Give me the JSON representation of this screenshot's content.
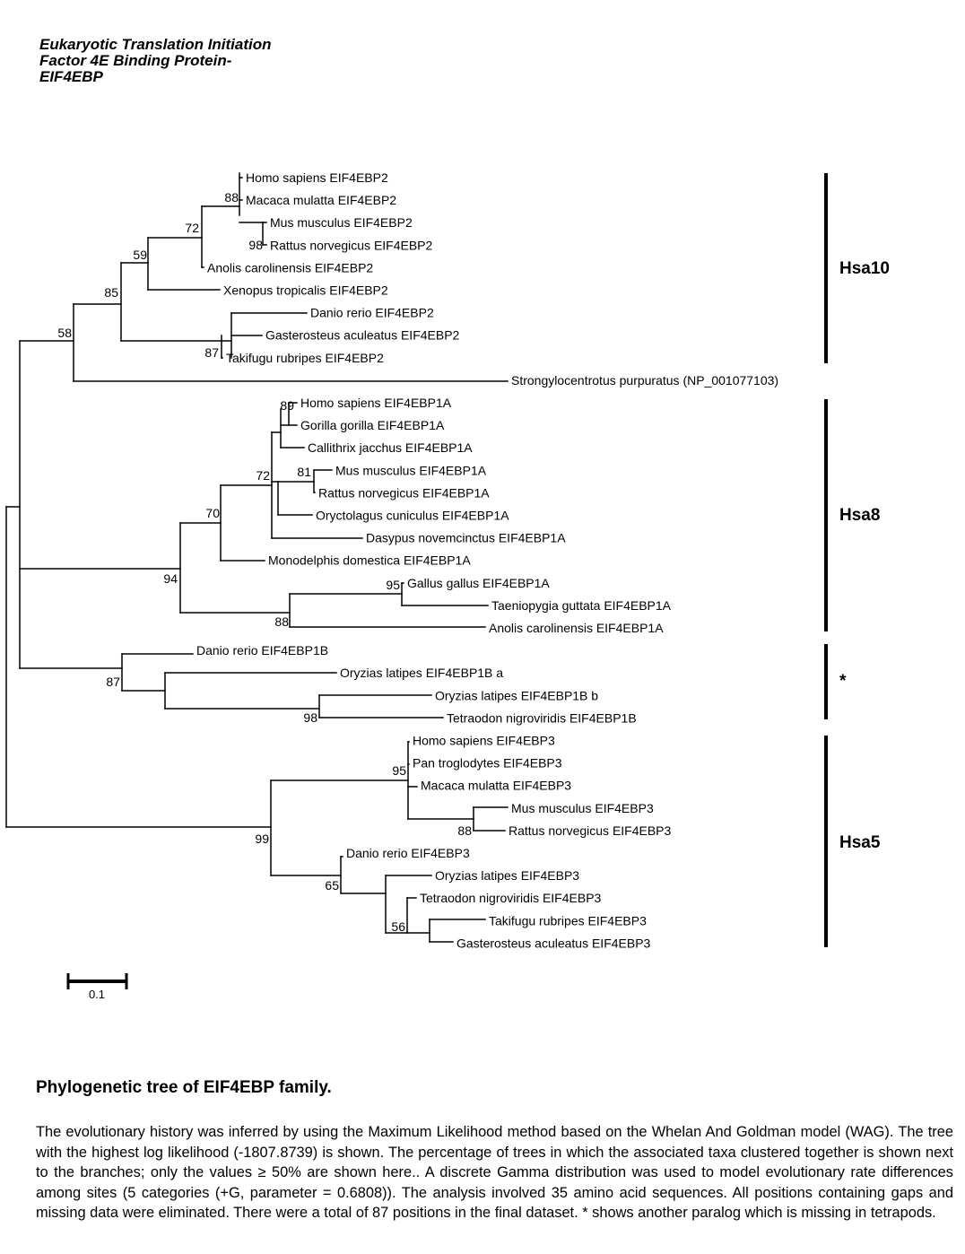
{
  "title_lines": [
    "Eukaryotic Translation Initiation",
    "Factor 4E Binding Protein-",
    "EIF4EBP"
  ],
  "taxa": [
    "Homo sapiens EIF4EBP2",
    "Macaca mulatta EIF4EBP2",
    "Mus musculus EIF4EBP2",
    "Rattus norvegicus EIF4EBP2",
    "Anolis carolinensis EIF4EBP2",
    "Xenopus tropicalis EIF4EBP2",
    "Danio rerio EIF4EBP2",
    "Gasterosteus aculeatus EIF4EBP2",
    "Takifugu rubripes EIF4EBP2",
    "Strongylocentrotus purpuratus (NP_001077103)",
    "Homo sapiens EIF4EBP1A",
    "Gorilla gorilla EIF4EBP1A",
    "Callithrix jacchus EIF4EBP1A",
    "Mus musculus EIF4EBP1A",
    "Rattus norvegicus EIF4EBP1A",
    "Oryctolagus cuniculus EIF4EBP1A",
    "Dasypus novemcinctus EIF4EBP1A",
    "Monodelphis domestica EIF4EBP1A",
    "Gallus gallus EIF4EBP1A",
    "Taeniopygia guttata EIF4EBP1A",
    "Anolis carolinensis EIF4EBP1A",
    "Danio rerio EIF4EBP1B",
    "Oryzias latipes EIF4EBP1B a",
    "Oryzias latipes EIF4EBP1B b",
    "Tetraodon nigroviridis EIF4EBP1B",
    "Homo sapiens EIF4EBP3",
    "Pan troglodytes EIF4EBP3",
    "Macaca mulatta EIF4EBP3",
    "Mus musculus EIF4EBP3",
    "Rattus norvegicus EIF4EBP3",
    "Danio rerio EIF4EBP3",
    "Oryzias latipes EIF4EBP3",
    "Tetraodon nigroviridis EIF4EBP3",
    "Takifugu rubripes EIF4EBP3",
    "Gasterosteus aculeatus EIF4EBP3"
  ],
  "bootstrap_values": [
    "88",
    "98",
    "72",
    "59",
    "85",
    "87",
    "58",
    "89",
    "81",
    "72",
    "70",
    "95",
    "88",
    "94",
    "98",
    "87",
    "95",
    "88",
    "56",
    "65",
    "99"
  ],
  "groups": [
    "Hsa10",
    "Hsa8",
    "*",
    "Hsa5"
  ],
  "scale_label": "0.1",
  "caption": {
    "title": "Phylogenetic tree of EIF4EBP family.",
    "body": "The evolutionary history was inferred by using the Maximum Likelihood method based on the Whelan And Goldman model (WAG). The tree with the highest log likelihood (-1807.8739) is shown. The percentage of trees in which the associated taxa clustered together is shown next to the branches; only the values ≥ 50% are shown here.. A discrete Gamma distribution was used to model evolutionary rate differences among sites (5 categories (+G, parameter = 0.6808)). The analysis involved 35 amino acid sequences. All positions containing gaps and missing data were eliminated. There were a total of 87 positions in the final dataset. * shows another paralog which is missing in tetrapods."
  }
}
